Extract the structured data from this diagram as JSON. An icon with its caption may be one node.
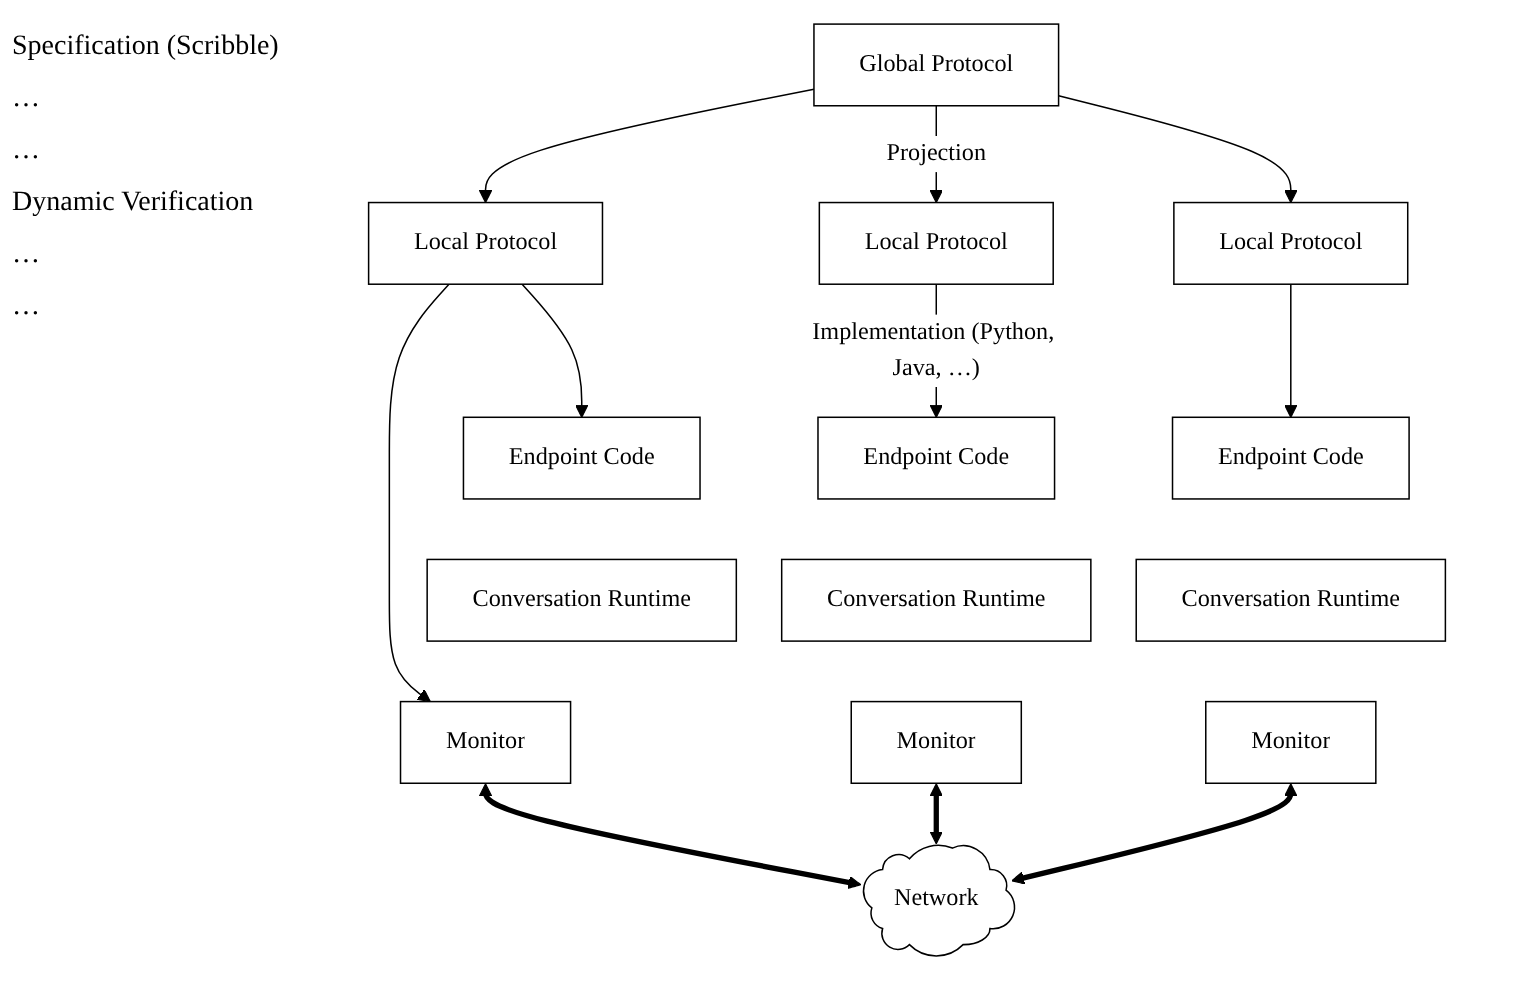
{
  "diagram": {
    "nodes": [
      {
        "text": [
          "Global Protocol"
        ]
      },
      {
        "text": [
          "Local Protocol"
        ]
      },
      {
        "text": [
          "Local Protocol"
        ]
      },
      {
        "text": [
          "Local Protocol"
        ]
      },
      {
        "text": [
          "Endpoint Code"
        ]
      },
      {
        "text": [
          "Conversation Runtime"
        ]
      },
      {
        "text": [
          "Monitor"
        ]
      },
      {
        "text": [
          "Endpoint Code"
        ]
      },
      {
        "text": [
          "Conversation Runtime"
        ]
      },
      {
        "text": [
          "Monitor"
        ]
      },
      {
        "text": [
          "Endpoint Code"
        ]
      },
      {
        "text": [
          "Conversation Runtime"
        ]
      },
      {
        "text": [
          "Monitor"
        ]
      },
      {
        "text": [
          "Network"
        ]
      }
    ],
    "edges": [
      {
        "from": 0,
        "to": 1,
        "arrow": "to"
      },
      {
        "from": 0,
        "to": 2,
        "arrow": "to",
        "label": "Projection"
      },
      {
        "from": 0,
        "to": 3,
        "arrow": "to"
      },
      {
        "from": 1,
        "to": 4,
        "arrow": "to"
      },
      {
        "from": 2,
        "to": 7,
        "arrow": "to",
        "label": "Implementation (Python, Java, …)"
      },
      {
        "from": 3,
        "to": 10,
        "arrow": "to"
      },
      {
        "from": 1,
        "to": 6,
        "arrow": "to"
      },
      {
        "from": 6,
        "to": 13,
        "arrow": "both",
        "style": "thick"
      },
      {
        "from": 9,
        "to": 13,
        "arrow": "both",
        "style": "thick"
      },
      {
        "from": 12,
        "to": 13,
        "arrow": "both",
        "style": "thick"
      }
    ],
    "labels": [
      "Specification (Scribble)",
      "…",
      "…",
      "Dynamic Verification",
      "…",
      "…"
    ]
  }
}
